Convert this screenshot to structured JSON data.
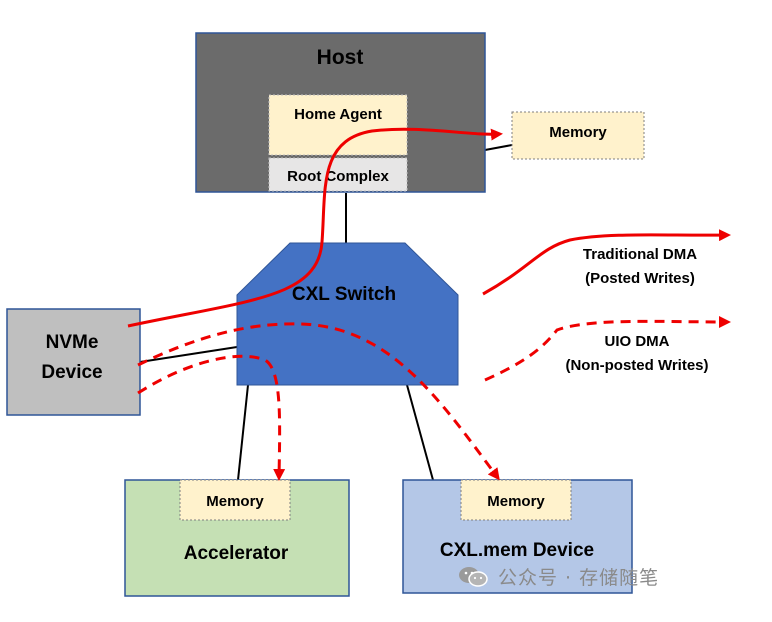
{
  "colors": {
    "host": "#6b6b6b",
    "switch": "#4472c4",
    "memory": "#fff2cc",
    "root_complex": "#e7e6e6",
    "nvme": "#bfbfbf",
    "accelerator": "#c5e0b4",
    "cxl_mem": "#b4c7e7",
    "arrow": "#ee0000"
  },
  "host": {
    "title": "Host",
    "home_agent": "Home Agent",
    "root_complex": "Root Complex",
    "memory": "Memory"
  },
  "switch": {
    "label": "CXL Switch"
  },
  "nvme": {
    "line1": "NVMe",
    "line2": "Device"
  },
  "accelerator": {
    "label": "Accelerator",
    "memory": "Memory"
  },
  "cxl_mem": {
    "label": "CXL.mem Device",
    "memory": "Memory"
  },
  "legend": {
    "traditional_line1": "Traditional DMA",
    "traditional_line2": "(Posted Writes)",
    "uio_line1": "UIO DMA",
    "uio_line2": "(Non-posted Writes)"
  },
  "watermark": {
    "text": "公众号 · 存储随笔",
    "icon": "wechat-icon"
  }
}
